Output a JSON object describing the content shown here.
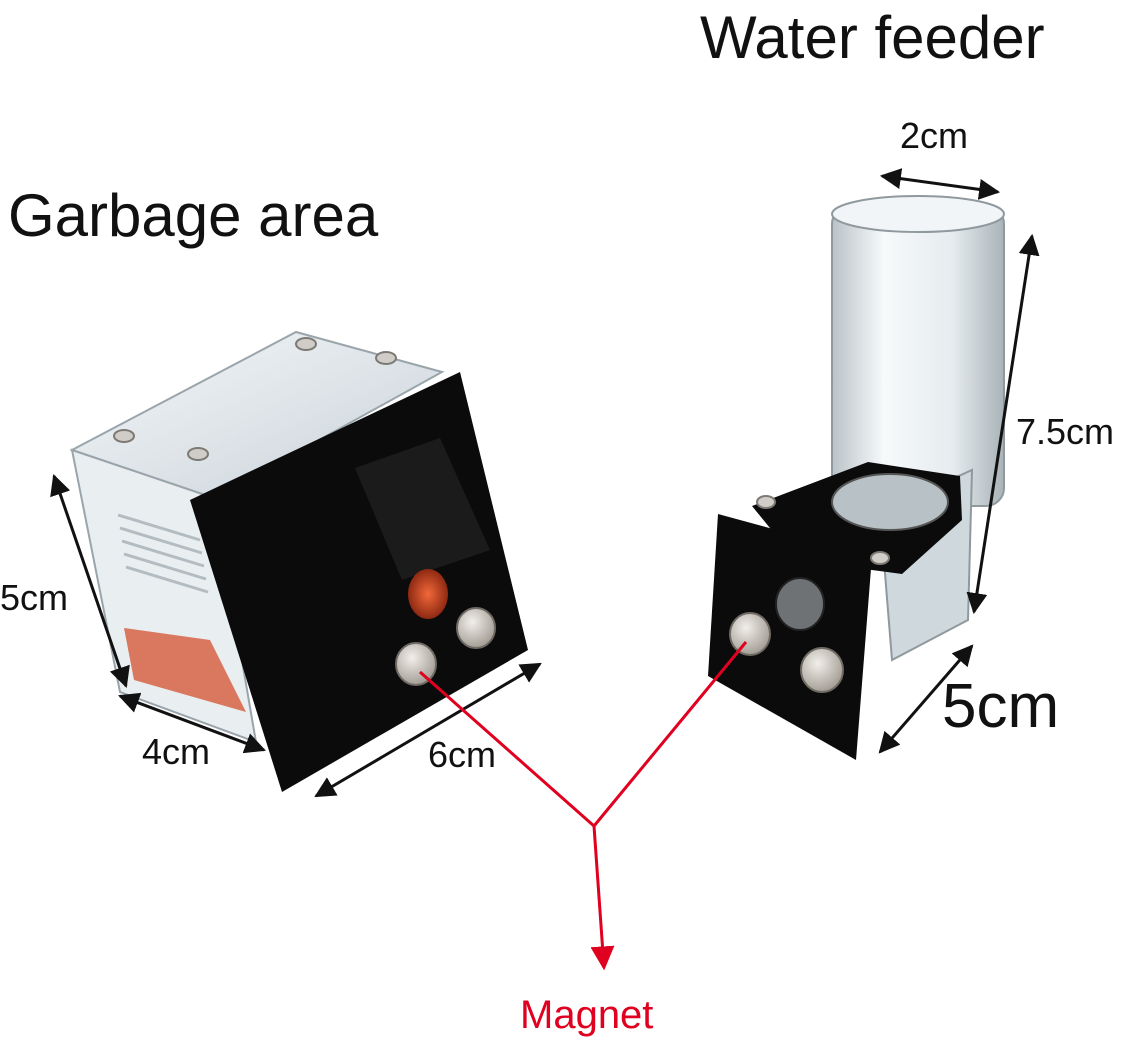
{
  "titles": {
    "water_feeder": "Water feeder",
    "garbage_area": "Garbage area"
  },
  "dimensions": {
    "tube_diameter": "2cm",
    "tube_height": "7.5cm",
    "garbage_height": "5cm",
    "garbage_depth": "4cm",
    "garbage_width": "6cm",
    "feeder_width": "5cm"
  },
  "callout": {
    "magnet": "Magnet"
  },
  "colors": {
    "background": "#ffffff",
    "label_text": "#111111",
    "callout_red": "#e0001f",
    "acrylic_black": "#0b0b0b",
    "clear_acrylic": "#dfe6ea",
    "substrate": "#d9785f",
    "magnet_silver": "#cfcac2"
  }
}
